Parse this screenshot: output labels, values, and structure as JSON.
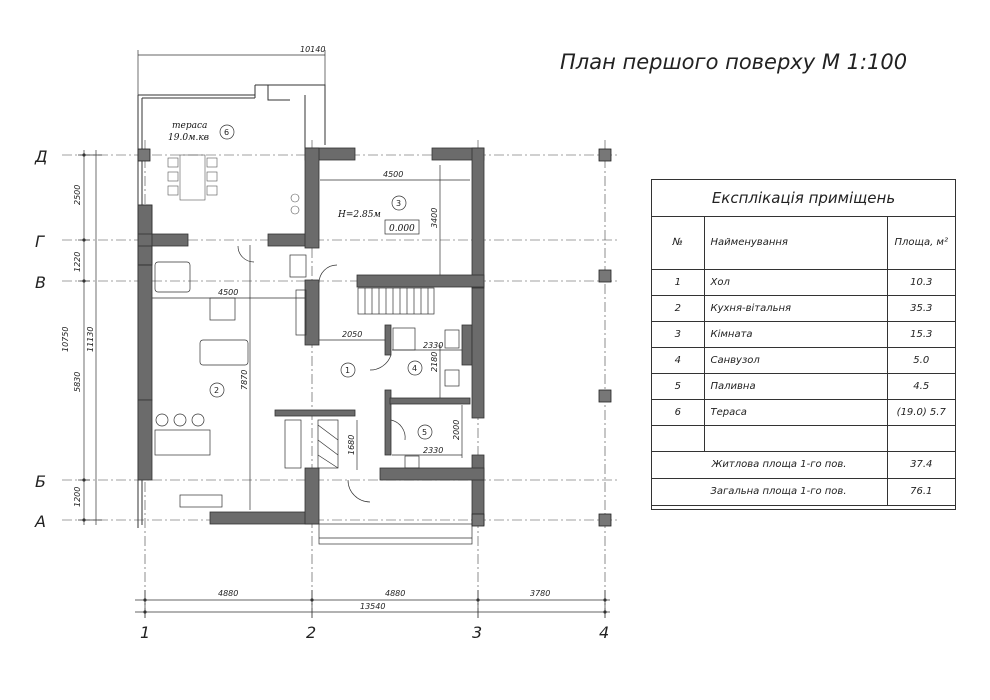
{
  "title": "План першого поверху М 1:100",
  "dimensions": {
    "top": "10140",
    "bottom_1": "4880",
    "bottom_2": "4880",
    "bottom_3": "3780",
    "bottom_total": "13540",
    "left_1": "2500",
    "left_2": "1220",
    "left_3": "5830",
    "left_4": "1200",
    "left_total_a": "10750",
    "left_total_b": "11130",
    "room3_w": "4500",
    "room3_h": "3400",
    "room2_w": "4500",
    "room2_h": "7870",
    "hall_w": "2050",
    "bath_w": "2330",
    "bath_h": "2180",
    "boiler_w": "2330",
    "boiler_h": "2000",
    "kitchen_h": "1680"
  },
  "labels": {
    "terrace": "тераса",
    "terrace_area": "19.0м.кв",
    "height": "H=2.85м",
    "level": "0.000"
  },
  "room_numbers": [
    "1",
    "2",
    "3",
    "4",
    "5",
    "6"
  ],
  "axes_rows": [
    "Д",
    "Г",
    "В",
    "Б",
    "А"
  ],
  "axes_cols": [
    "1",
    "2",
    "3",
    "4"
  ],
  "explication": {
    "title": "Експлікація приміщень",
    "col_no": "№",
    "col_name": "Найменування",
    "col_area": "Площа, м²",
    "rows": [
      {
        "no": "1",
        "name": "Хол",
        "area": "10.3"
      },
      {
        "no": "2",
        "name": "Кухня-вітальня",
        "area": "35.3"
      },
      {
        "no": "3",
        "name": "Кімната",
        "area": "15.3"
      },
      {
        "no": "4",
        "name": "Санвузол",
        "area": "5.0"
      },
      {
        "no": "5",
        "name": "Паливна",
        "area": "4.5"
      },
      {
        "no": "6",
        "name": "Тераса",
        "area": "(19.0) 5.7"
      }
    ],
    "living_label": "Житлова площа   1-го пов.",
    "living_value": "37.4",
    "total_label": "Загальна площа   1-го пов.",
    "total_value": "76.1"
  }
}
